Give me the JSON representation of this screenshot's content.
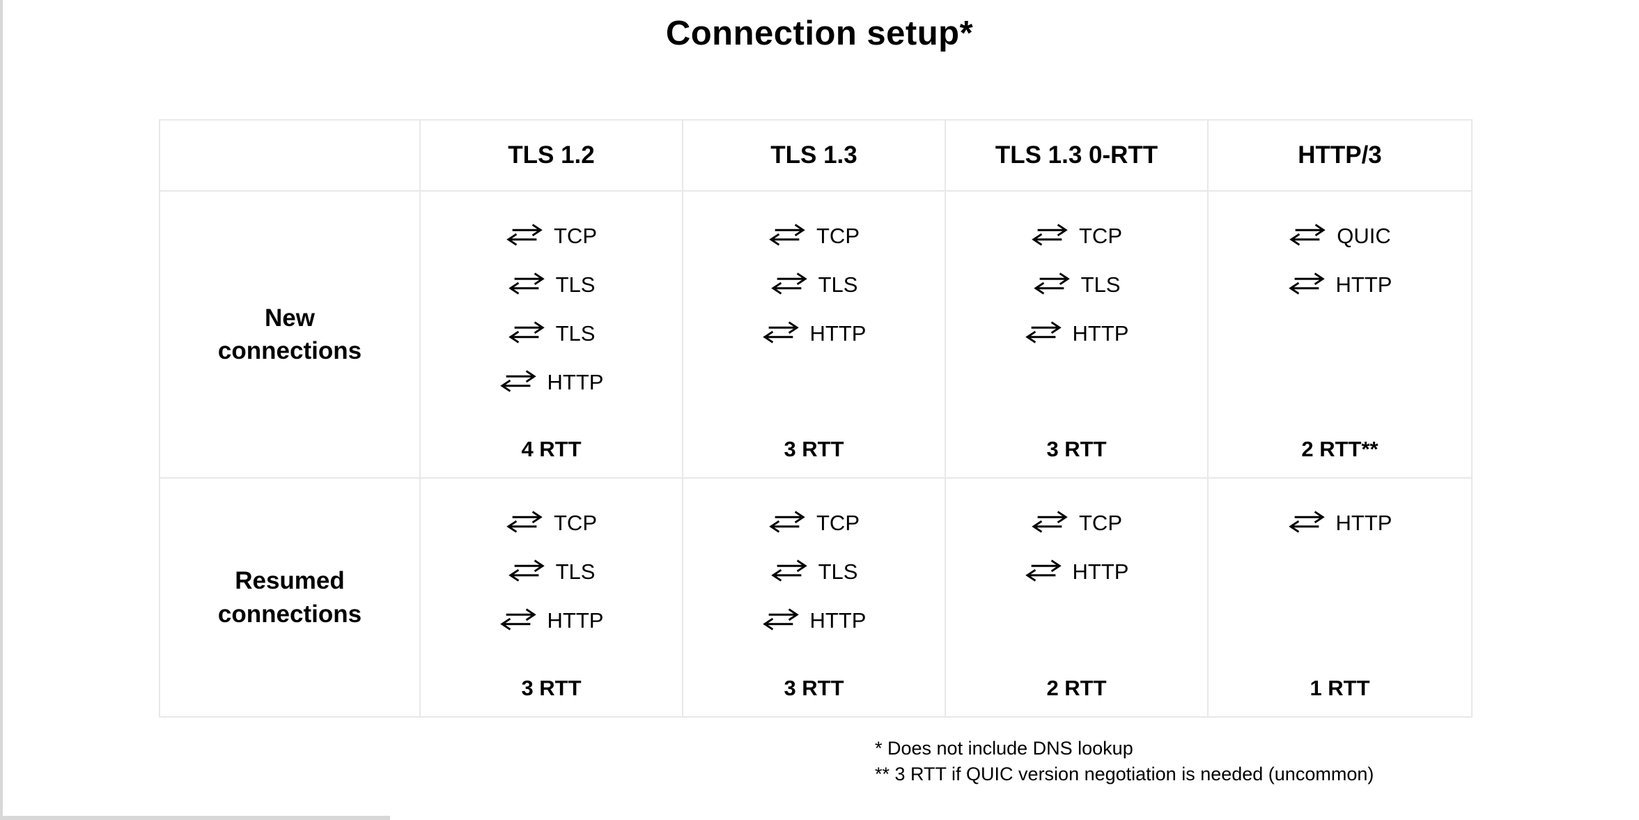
{
  "title": "Connection setup*",
  "table": {
    "column_headers": [
      "TLS 1.2",
      "TLS 1.3",
      "TLS 1.3 0-RTT",
      "HTTP/3"
    ],
    "rows": [
      {
        "label": "New connections",
        "cells": [
          {
            "protocols": [
              "TCP",
              "TLS",
              "TLS",
              "HTTP"
            ],
            "rtt": "4 RTT"
          },
          {
            "protocols": [
              "TCP",
              "TLS",
              "HTTP"
            ],
            "rtt": "3 RTT"
          },
          {
            "protocols": [
              "TCP",
              "TLS",
              "HTTP"
            ],
            "rtt": "3 RTT"
          },
          {
            "protocols": [
              "QUIC",
              "HTTP"
            ],
            "rtt": "2 RTT**"
          }
        ]
      },
      {
        "label": "Resumed connections",
        "cells": [
          {
            "protocols": [
              "TCP",
              "TLS",
              "HTTP"
            ],
            "rtt": "3 RTT"
          },
          {
            "protocols": [
              "TCP",
              "TLS",
              "HTTP"
            ],
            "rtt": "3 RTT"
          },
          {
            "protocols": [
              "TCP",
              "HTTP"
            ],
            "rtt": "2 RTT"
          },
          {
            "protocols": [
              "HTTP"
            ],
            "rtt": "1 RTT"
          }
        ]
      }
    ]
  },
  "footnotes": [
    "* Does not include DNS lookup",
    "** 3 RTT if QUIC version negotiation is needed (uncommon)"
  ],
  "icons": {
    "round_trip": "round-trip-arrows-icon"
  },
  "colors": {
    "text": "#000000",
    "background": "#ffffff",
    "table_border": "#e8e8e8",
    "slide_edge": "#d8d8d8"
  }
}
